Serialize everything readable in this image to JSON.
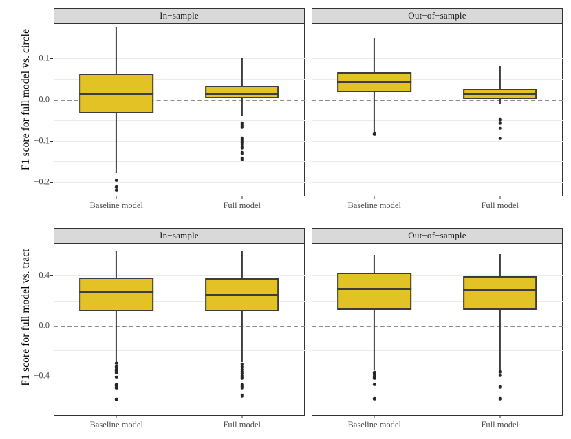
{
  "chart_data": {
    "type": "box",
    "title": "",
    "xlabel": "",
    "categories": [
      "Baseline model",
      "Full model"
    ],
    "facet_rows": [
      {
        "ylabel": "F1 score for full model vs. circle",
        "ylim": [
          -0.235,
          0.185
        ],
        "yticks": [
          0.1,
          0.0,
          -0.1,
          -0.2
        ],
        "ytick_labels": [
          "0.1",
          "0.0",
          "−0.1",
          "−0.2"
        ],
        "zero_reference": 0.0,
        "panels": [
          {
            "facet_label": "In−sample",
            "boxes": [
              {
                "category": "Baseline model",
                "lower_whisker": -0.178,
                "q1": -0.033,
                "median": 0.013,
                "q3": 0.063,
                "upper_whisker": 0.177,
                "outliers": [
                  -0.196,
                  -0.212,
                  -0.22
                ]
              },
              {
                "category": "Full model",
                "lower_whisker": -0.04,
                "q1": 0.004,
                "median": 0.013,
                "q3": 0.034,
                "upper_whisker": 0.1,
                "outliers": [
                  -0.057,
                  -0.062,
                  -0.066,
                  -0.068,
                  -0.093,
                  -0.097,
                  -0.101,
                  -0.104,
                  -0.108,
                  -0.113,
                  -0.117,
                  -0.128,
                  -0.131,
                  -0.142,
                  -0.146
                ]
              }
            ]
          },
          {
            "facet_label": "Out−of−sample",
            "boxes": [
              {
                "category": "Baseline model",
                "lower_whisker": -0.079,
                "q1": 0.018,
                "median": 0.042,
                "q3": 0.067,
                "upper_whisker": 0.148,
                "outliers": [
                  -0.082,
                  -0.085
                ]
              },
              {
                "category": "Full model",
                "lower_whisker": -0.012,
                "q1": 0.002,
                "median": 0.012,
                "q3": 0.027,
                "upper_whisker": 0.082,
                "outliers": [
                  -0.049,
                  -0.057,
                  -0.07,
                  -0.095
                ]
              }
            ]
          }
        ]
      },
      {
        "ylabel": "F1 score for full model vs. tract",
        "ylim": [
          -0.72,
          0.66
        ],
        "yticks": [
          0.4,
          0.0,
          -0.4
        ],
        "ytick_labels": [
          "0.4",
          "0.0",
          "−0.4"
        ],
        "zero_reference": 0.0,
        "panels": [
          {
            "facet_label": "In−sample",
            "boxes": [
              {
                "category": "Baseline model",
                "lower_whisker": -0.295,
                "q1": 0.115,
                "median": 0.27,
                "q3": 0.385,
                "upper_whisker": 0.6,
                "outliers": [
                  -0.3,
                  -0.33,
                  -0.35,
                  -0.36,
                  -0.375,
                  -0.41,
                  -0.47,
                  -0.48,
                  -0.5,
                  -0.59
                ]
              },
              {
                "category": "Full model",
                "lower_whisker": -0.29,
                "q1": 0.115,
                "median": 0.247,
                "q3": 0.378,
                "upper_whisker": 0.6,
                "outliers": [
                  -0.31,
                  -0.33,
                  -0.35,
                  -0.37,
                  -0.385,
                  -0.4,
                  -0.41,
                  -0.42,
                  -0.47,
                  -0.485,
                  -0.5,
                  -0.555,
                  -0.565
                ]
              }
            ]
          },
          {
            "facet_label": "Out−of−sample",
            "boxes": [
              {
                "category": "Baseline model",
                "lower_whisker": -0.35,
                "q1": 0.125,
                "median": 0.295,
                "q3": 0.425,
                "upper_whisker": 0.565,
                "outliers": [
                  -0.375,
                  -0.39,
                  -0.405,
                  -0.42,
                  -0.47,
                  -0.585
                ]
              },
              {
                "category": "Full model",
                "lower_whisker": -0.355,
                "q1": 0.125,
                "median": 0.285,
                "q3": 0.395,
                "upper_whisker": 0.57,
                "outliers": [
                  -0.37,
                  -0.4,
                  -0.49,
                  -0.585
                ]
              }
            ]
          }
        ]
      }
    ],
    "style": {
      "box_fill": "#e3c226",
      "box_border": "#3d3d3d",
      "strip_background": "#d9d9d9",
      "panel_border": "#333333",
      "grid_color": "#ebebeb",
      "zero_line_color": "#8c8c8c",
      "outlier_color": "#262626",
      "tick_label_color": "#4d4d4d",
      "grid": true,
      "legend": "none"
    }
  }
}
